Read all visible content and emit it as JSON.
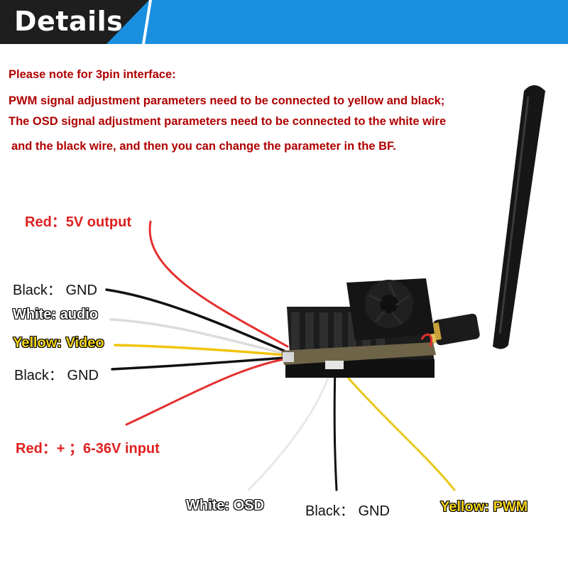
{
  "header": {
    "title": "Details"
  },
  "note": {
    "line1": "Please note for 3pin interface:",
    "line2": "PWM signal adjustment parameters need to be connected to yellow and black;",
    "line3": "The OSD signal adjustment parameters need to be connected to the white wire",
    "line4": "and the black wire, and then you can change the parameter in the BF."
  },
  "labels": {
    "red_output": "Red：5V output",
    "black_gnd_1": "Black： GND",
    "white_audio": "White: audio",
    "yellow_video": "Yellow: Video",
    "black_gnd_2": "Black： GND",
    "red_input": "Red：+  ；6-36V input",
    "white_osd": "White: OSD",
    "black_gnd_3": "Black： GND",
    "yellow_pwm": "Yellow: PWM"
  },
  "colors": {
    "banner_dark": "#1e1e1e",
    "banner_blue": "#1a8fe0",
    "note_red": "#b00000",
    "label_red": "#e02020",
    "label_yellow": "#f3d21a"
  }
}
